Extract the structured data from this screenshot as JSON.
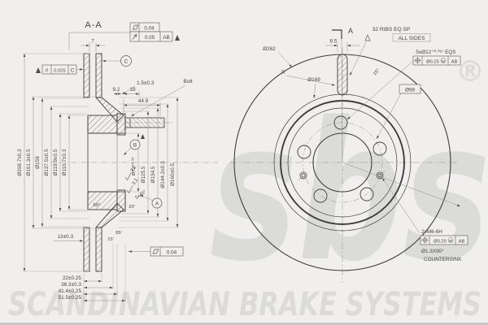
{
  "watermark": {
    "logo": "sbs",
    "registered": "®",
    "banner": "SCANDINAVIAN BRAKE SYSTEMS"
  },
  "section_view": {
    "title": "A-A",
    "frames": {
      "flatness_value": "0.04",
      "runout_value": "0.05",
      "runout_datum": "AB",
      "parallelism_symbol": "//",
      "parallelism_value": "0.025",
      "parallelism_datum": "C",
      "flatness2_value": "0.04"
    },
    "datum_balloons": {
      "a": "A",
      "b": "B",
      "c": "C"
    },
    "labels": {
      "bolt": "Bolt"
    },
    "dims": {
      "plate_thickness": "7",
      "gap": "1.5±0.3",
      "hub_offset": "9.2",
      "boss_length": "19",
      "bolt_length": "44.9",
      "ring_width": "13±0.3",
      "left_diameters": [
        "Ø268.7±0.3",
        "Ø161.3±0.5",
        "Ø159",
        "Ø137.5±0.5",
        "Ø119.9±0.5",
        "Ø116.7±0.3"
      ],
      "right_diameters": [
        "Ø72⁺⁰·⁰³",
        "Ø125.5",
        "Ø134.5",
        "Ø144.2±0.3",
        "Ø160±0.5"
      ],
      "bottom_widths": [
        "22±0.25",
        "36.3±0.3",
        "41.4±0.25",
        "51.5±0.25"
      ],
      "angle_60": "60°",
      "angle_20": "20'",
      "angle_85": "85'",
      "angle_15": "15'",
      "chamfer": "5x45°",
      "roughness_1": "3.2",
      "roughness_2": "3.2"
    }
  },
  "front_view": {
    "section_label": "A",
    "ribs_note_line1": "32 RIBS EQ.SP",
    "ribs_note_line2": "ALL SIDES",
    "outer_diameter": "Ø262",
    "rib_width": "6.5",
    "rib_radius": "R",
    "inner_ring_diameter": "Ø169",
    "bolt_holes": "5xØ12⁺⁰·⁰²⁷ EQS",
    "bolt_holes_tol": {
      "value": "Ø0.25",
      "modifier": "M",
      "datum": "AB"
    },
    "pcd": "Ø98",
    "angle": "15°",
    "thread_holes": "2xM6-6H",
    "thread_holes_tol": {
      "value": "Ø0.25",
      "modifier": "M",
      "datum": "AB"
    },
    "countersink_line1": "Ø1.3X90°",
    "countersink_line2": "COUNTERSINK"
  }
}
